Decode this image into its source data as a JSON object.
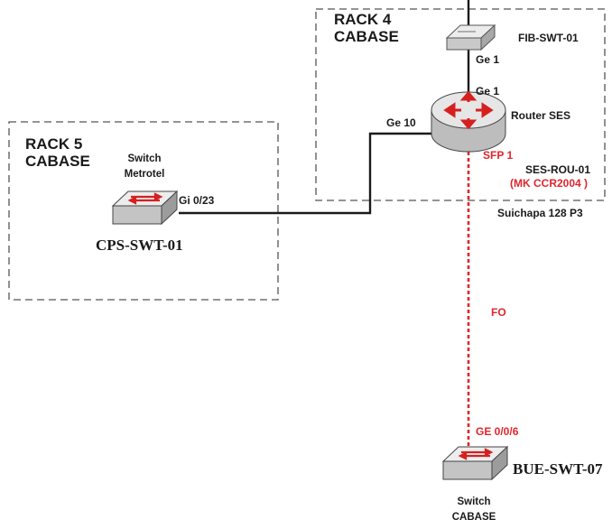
{
  "racks": {
    "rack4": {
      "line1": "RACK 4",
      "line2": "CABASE"
    },
    "rack5": {
      "line1": "RACK 5",
      "line2": "CABASE"
    }
  },
  "devices": {
    "fib_switch": {
      "name": "FIB-SWT-01",
      "icon": "modem-icon"
    },
    "router": {
      "label": "Router SES",
      "name": "SES-ROU-01",
      "model": "(MK CCR2004 )",
      "location": "Suichapa  128 P3",
      "icon": "router-icon"
    },
    "metrotel_switch": {
      "label_line1": "Switch",
      "label_line2": "Metrotel",
      "name": "CPS-SWT-01",
      "icon": "switch-icon"
    },
    "bue_switch": {
      "label_line1": "Switch",
      "label_line2": "CABASE",
      "name": "BUE-SWT-07",
      "icon": "switch-icon"
    }
  },
  "ports": {
    "fib_ge1": "Ge 1",
    "router_ge1": "Ge 1",
    "router_ge10": "Ge 10",
    "router_sfp1": "SFP 1",
    "cps_gi023": "Gi 0/23",
    "bue_ge006": "GE 0/0/6"
  },
  "links": {
    "fiber_label": "FO"
  },
  "colors": {
    "fiber": "#e0262c",
    "copper": "#1a1a1a",
    "rack_border": "#555555",
    "device_gray": "#c9c9c9",
    "arrow_red": "#d62020"
  }
}
